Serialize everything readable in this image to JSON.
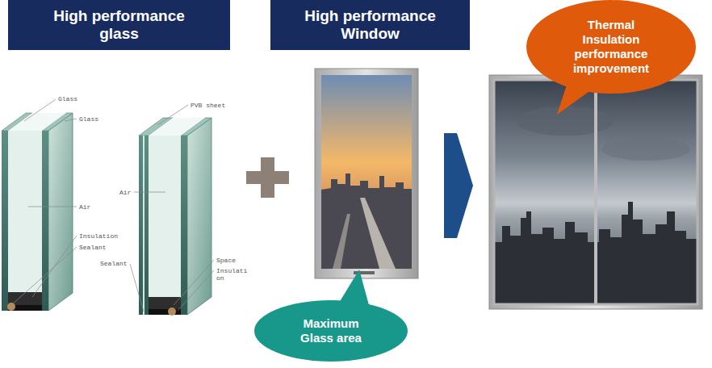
{
  "diagram": {
    "nodes": [
      {
        "text": [
          "High performance glass"
        ]
      },
      {
        "text": [
          "High performance Window"
        ]
      },
      {
        "text": [
          "Thermal Insulation performance improvement"
        ]
      },
      {
        "text": [
          "Maximum Glass area"
        ]
      }
    ],
    "labels": [
      "Glass",
      "Glass",
      "Air",
      "Insulation",
      "Sealant",
      "PVB sheet",
      "Air",
      "Space",
      "Insulation",
      "Sealant"
    ]
  }
}
